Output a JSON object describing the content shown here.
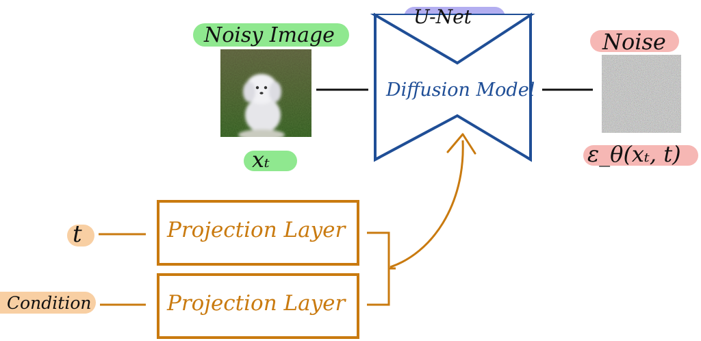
{
  "colors": {
    "green": "#8fe88f",
    "purple": "#b3aef0",
    "pink": "#f6b7b4",
    "peach": "#f8cfa3",
    "blue": "#1f4e96",
    "orange": "#c97a0f",
    "dark": "#111111"
  },
  "labels": {
    "noisy_image": "Noisy Image",
    "xt": "xₜ",
    "unet": "U-Net",
    "diffusion_model": "Diffusion Model",
    "noise": "Noise",
    "epsilon": "ε_θ(xₜ, t)",
    "t": "t",
    "condition": "Condition",
    "projection_layer_1": "Projection Layer",
    "projection_layer_2": "Projection Layer"
  },
  "images": {
    "noisy_image_icon": "noisy-dog-photo",
    "noise_icon": "gaussian-noise-patch"
  }
}
